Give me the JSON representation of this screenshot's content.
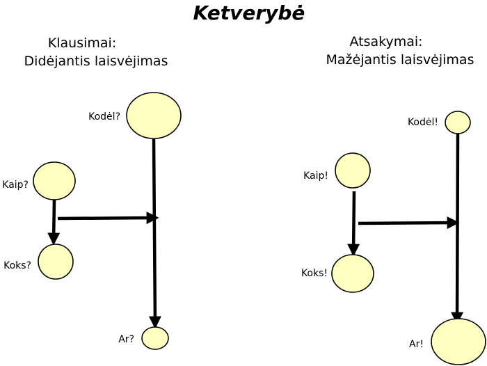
{
  "diagram": {
    "title": "Ketverybė",
    "fill_color": "#ffffc0",
    "stroke_color": "#000000",
    "panels": [
      {
        "id": "questions",
        "heading_line1": "Klausimai:",
        "heading_line2": "Didėjantis laisvėjimas",
        "nodes": [
          {
            "id": "q-kodel",
            "label": "Kodėl?"
          },
          {
            "id": "q-kaip",
            "label": "Kaip?"
          },
          {
            "id": "q-koks",
            "label": "Koks?"
          },
          {
            "id": "q-ar",
            "label": "Ar?"
          }
        ]
      },
      {
        "id": "answers",
        "heading_line1": "Atsakymai:",
        "heading_line2": "Mažėjantis laisvėjimas",
        "nodes": [
          {
            "id": "a-kodel",
            "label": "Kodėl!"
          },
          {
            "id": "a-kaip",
            "label": "Kaip!"
          },
          {
            "id": "a-koks",
            "label": "Koks!"
          },
          {
            "id": "a-ar",
            "label": "Ar!"
          }
        ]
      }
    ]
  }
}
